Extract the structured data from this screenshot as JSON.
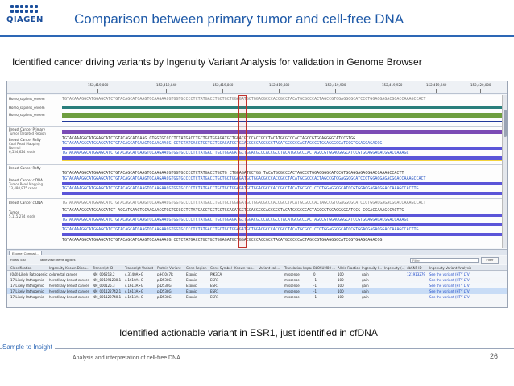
{
  "header": {
    "logo_text": "QIAGEN",
    "title": "Comparison between primary tumor and cell-free DNA"
  },
  "subtitle": "Identified cancer driving variants by Ingenuity Variant Analysis for validation in Genome Browser",
  "browser": {
    "ruler": [
      "152,419,800",
      "152,419,840",
      "152,419,860",
      "152,419,880",
      "152,419,900",
      "152,419,920",
      "152,419,940",
      "152,420,000"
    ],
    "tracks": {
      "ref1": "Homo_sapiens_ensem",
      "ref2": "Homo_sapiens_ensem",
      "ref3": "Homo_sapiens_ensem",
      "primary": "Breast Cancer Primary",
      "primary_region": "Tumor Targeted Region",
      "primary_raffy": "Breast Cancer Raffy",
      "coal_read": "Coal Read Mapping",
      "normal": "Normal",
      "normal_reads": "6,534,624 reads",
      "raffy2": "Breast Cancer Raffy",
      "cfdna": "Breast Cancer cfDNA",
      "cfdna_mapping": "Tumor Read Mapping",
      "cfdna_reads": "13,480,875 reads",
      "cfdna2": "Breast Cancer cfDNA",
      "tumor": "Tumor",
      "tumor_reads": "5,115,274 reads"
    },
    "sequences": {
      "s1": "TGTACAAAGGCATGGAGCATCTGTACAGCATGAAGTGCAAGAACGTGGTGCCCCTCTATGACCTGCTGCTGGAGATGCTGGACGCCCACCGCCTACATGCGCCCACTAGCCGTGGAGGGGCATCCGTGGAGGAGACGGACCAAAGCCACT",
      "s2": "TGTACAAAGGCATGGAGCATCTGTACAGCATGAAG        GTGGTGCCCCTCTATGACCTGCTGCTGGAGATGCTGGACGCCCACCGCCTACATGCGCCCACTAGCCGTGGAGGGGCATCCGTGG",
      "s3": "TGTACAAAGGCATGGAGCATCTGTACAGCATGAAGTGCAAGAACG     CCTCTATGACCTGCTGCTGGAGATGCTGGACGCCCACCGCCTACATGCGCCCACTAGCCGTGGAGGGGCATCCGTGGAGGAGACGG",
      "s4": "TGTACAAAGGCATGGAGCATCTGTACAGCATGAAGTGCAAGAACGTGGTGCCCCTCTATGAC   TGCTGGAGATGCTGGACGCCCACCGCCTACATGCGCCCACTAGCCGTGGAGGGGCATCCGTGGAGGAGACGGACCAAAGC",
      "s5": "TGTACAAAGGCATGGAGCATCTGTACAGCATGAAGTGCAAGAACGTGGTGCCCCTCTATGACCTGCTG      CTGGAGATGCTGG  TACATGCGCCCACTAGCCGTGGAGGGGCATCCGTGGAGGAGACGGACCAAAGCCACTT",
      "s6": "TGTACAAAGGCATGGAGCATCTGTACAGCATGAAGTGCAAGAACGTGGTGCCCCTCTATGACCTGCTGCTGGAGATGCTGGACGCCCACCGCCTACATGCGCC     CCGTGGAGGGGCATCCGTGGAGGAGACGGACCAAAGCCACTTG",
      "s7": "TGTACAAAGGCATGGAGCATCT     AGCATGAAGTGCAAGAACGTGGTGCCCCTCTATGACCTGCTGCTGGAGATGCTGGACGCCCACCGCCTACATGCGCCCACTAGCCGTGGAGGGGCATCCG      CGGACCAAAGCCACTTG"
    },
    "panel": {
      "tab_label": "Exome: Compari...",
      "rows_info": "Rows: 530",
      "table_view": "Table view: Items applies",
      "filter_placeholder": "Filter",
      "filter_button": "Filter"
    },
    "table": {
      "columns": [
        "Classification",
        "Ingenuity Known Disea...",
        "Transcript ID",
        "Transcript Variant",
        "Protein Variant",
        "Gene Region",
        "Gene Symbol",
        "Known van...",
        "Variant call...",
        "Translation Impact",
        "BLOSUM80 ...",
        "Allele Fraction",
        "Ingenuity I...",
        "Ingenuity (...)",
        "dbSNP ID",
        "Ingenuity Variant Analysis"
      ],
      "rows": [
        [
          "(0/0) Likely Pathogenic",
          "colorectal cancer",
          "NM_006218.2",
          "c.3140A>G",
          "p.H1047R",
          "Exonic",
          "PIK3CA",
          "",
          "",
          "missense",
          "0",
          "100",
          "gain",
          "",
          "121913279",
          "See the variant (HTY LTV"
        ],
        [
          "17 Likely Pathogenic",
          "hereditary breast cancer",
          "NM_001291230.1",
          "c.1610A>G",
          "p.D538G",
          "Exonic",
          "ESR1",
          "",
          "",
          "missense",
          "-1",
          "100",
          "gain",
          "",
          "",
          "See the variant (HTY LTV"
        ],
        [
          "17 Likely Pathogenic",
          "hereditary breast cancer",
          "NM_000125.3",
          "c.1613A>G",
          "p.D538G",
          "Exonic",
          "ESR1",
          "",
          "",
          "missense",
          "-1",
          "100",
          "gain",
          "",
          "",
          "See the variant (HTY LTV"
        ],
        [
          "17 Likely Pathogenic",
          "hereditary breast cancer",
          "NM_001122742.1",
          "c.1613A>G",
          "p.D538G",
          "Exonic",
          "ESR1",
          "",
          "",
          "missense",
          "-1",
          "100",
          "gain",
          "",
          "",
          "See the variant (HTY LTV"
        ],
        [
          "17 Likely Pathogenic",
          "hereditary breast cancer",
          "NM_001122740.1",
          "c.1613A>G",
          "p.D538G",
          "Exonic",
          "ESR1",
          "",
          "",
          "missense",
          "-1",
          "100",
          "gain",
          "",
          "",
          "See the variant (HTY LTV"
        ]
      ]
    }
  },
  "caption": "Identified actionable variant in ESR1, just identified in cfDNA",
  "footer": {
    "section": "Sample to Insight",
    "sub": "Analysis and interpretation of cell-free DNA",
    "page": "26"
  }
}
